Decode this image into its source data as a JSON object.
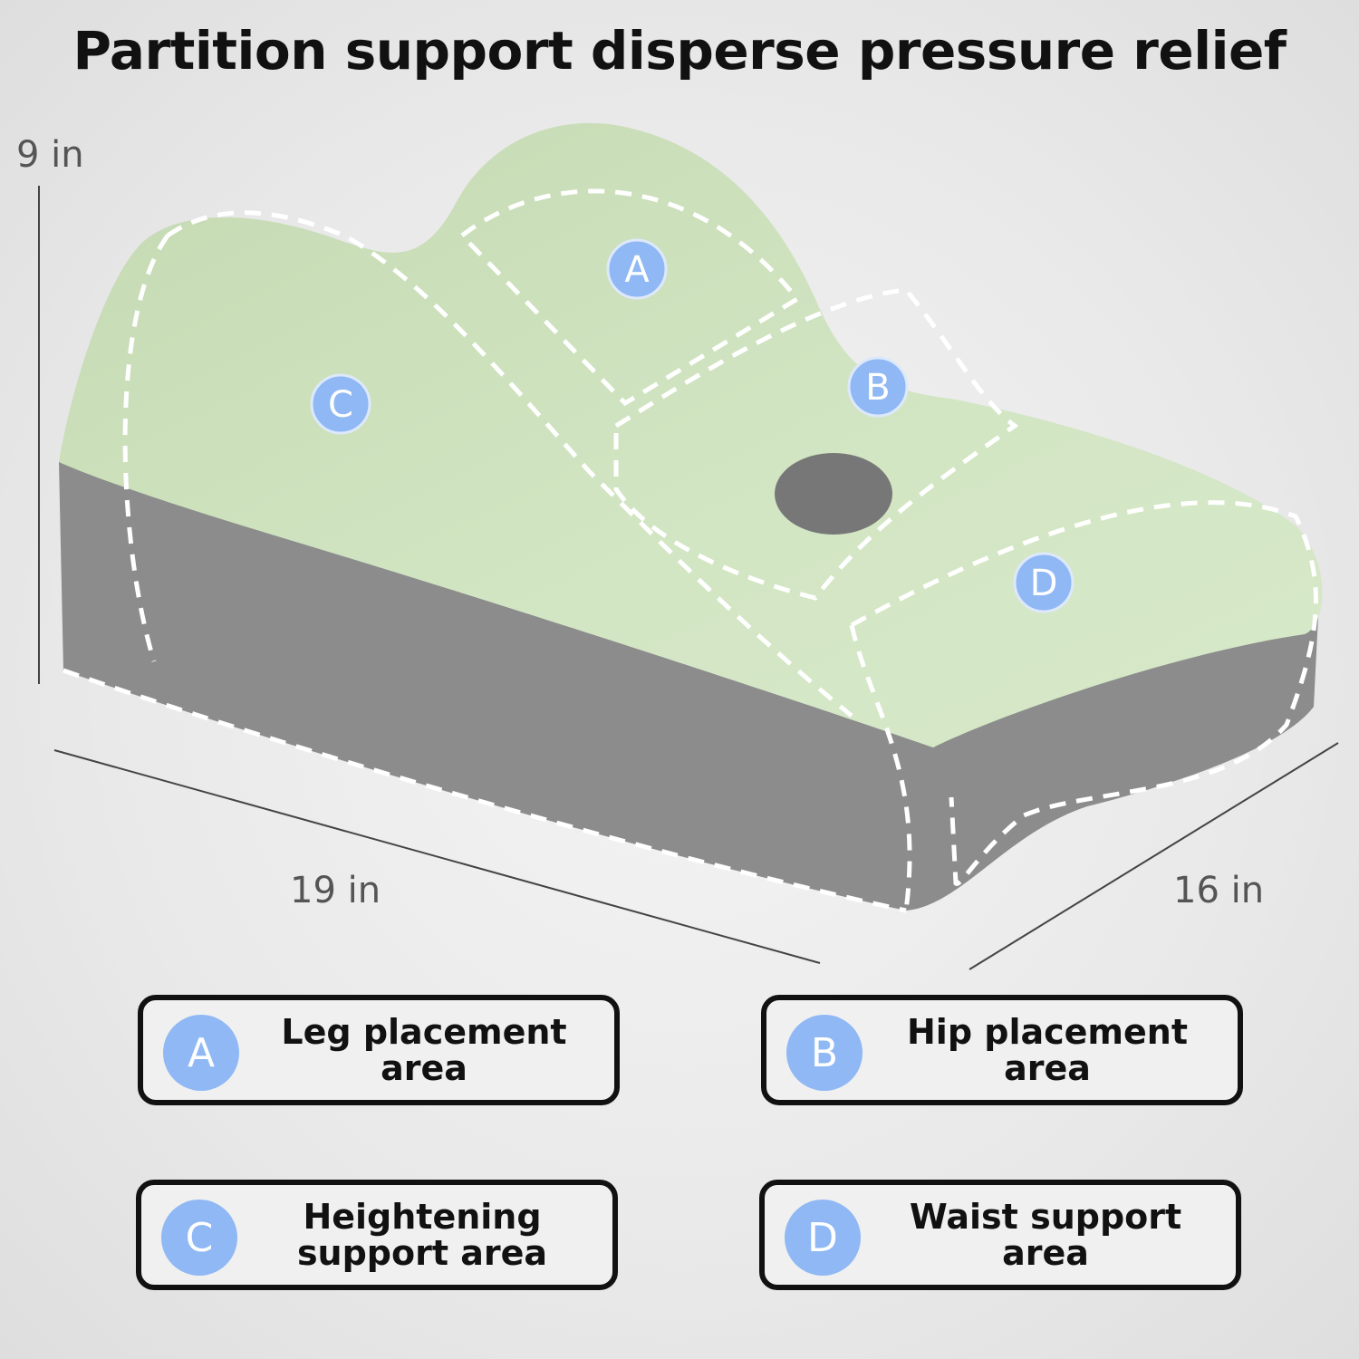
{
  "title": "Partition support disperse pressure relief",
  "dimensions": {
    "height": "9 in",
    "length": "19 in",
    "width": "16 in"
  },
  "zone_markers": [
    "A",
    "B",
    "C",
    "D"
  ],
  "legend": [
    {
      "letter": "A",
      "label": "Leg placement area"
    },
    {
      "letter": "B",
      "label": "Hip placement area"
    },
    {
      "letter": "C",
      "label": "Heightening support area"
    },
    {
      "letter": "D",
      "label": "Waist support area"
    }
  ],
  "colors": {
    "cushion_top": "#cfe2bf",
    "cushion_base": "#8a8a8a",
    "marker": "#8fb8f4"
  }
}
